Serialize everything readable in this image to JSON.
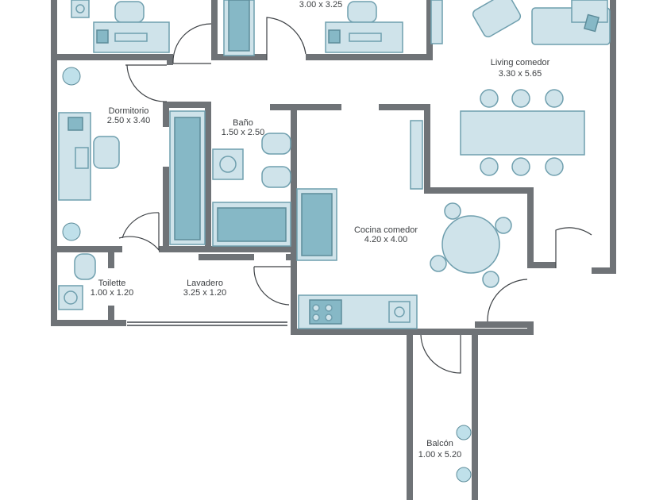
{
  "rooms": {
    "dorm_top": {
      "dims": "3.00 x 3.25"
    },
    "living": {
      "label": "Living comedor",
      "dims": "3.30 x 5.65"
    },
    "dormitorio": {
      "label": "Dormitorio",
      "dims": "2.50 x 3.40"
    },
    "bano": {
      "label": "Baño",
      "dims": "1.50 x 2.50"
    },
    "cocina": {
      "label": "Cocina comedor",
      "dims": "4.20 x 4.00"
    },
    "toilette": {
      "label": "Toilette",
      "dims": "1.00 x 1.20"
    },
    "lavadero": {
      "label": "Lavadero",
      "dims": "3.25 x 1.20"
    },
    "balcon": {
      "label": "Balcón",
      "dims": "1.00 x 5.20"
    }
  },
  "colors": {
    "wall": "#6f7377",
    "furniture_fill": "#cfe3ea",
    "furniture_dark": "#86b8c6",
    "furniture_stroke": "#6f9fae",
    "text": "#3c3f42"
  }
}
